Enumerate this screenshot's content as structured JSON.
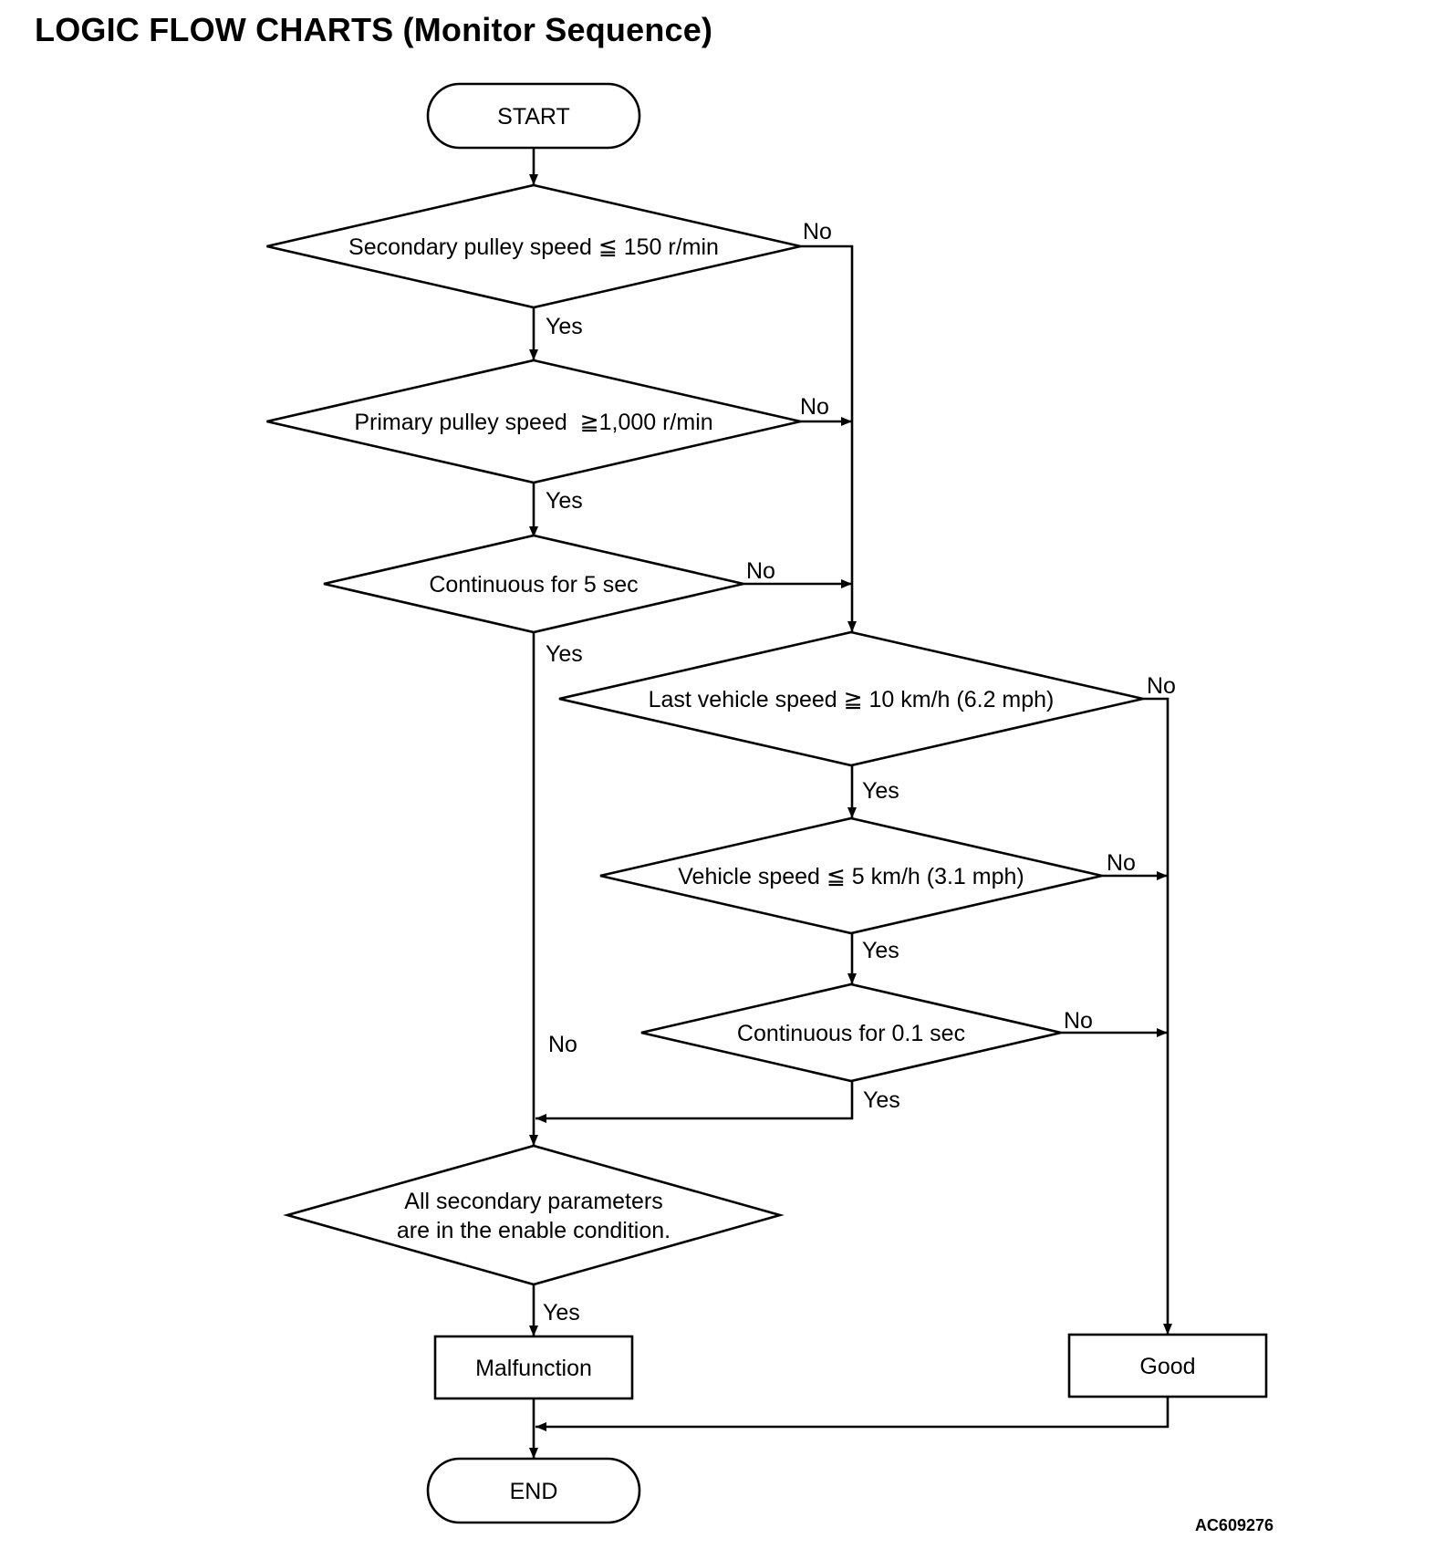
{
  "title": "LOGIC FLOW CHARTS (Monitor Sequence)",
  "figure_code": "AC609276",
  "nodes": {
    "start": {
      "shape": "terminal",
      "lines": [
        "START"
      ]
    },
    "secondary_speed": {
      "shape": "decision",
      "lines": [
        "Secondary pulley speed ≦ 150 r/min"
      ]
    },
    "primary_speed": {
      "shape": "decision",
      "lines": [
        "Primary pulley speed  ≧1,000 r/min"
      ]
    },
    "continuous_5": {
      "shape": "decision",
      "lines": [
        "Continuous for 5 sec"
      ]
    },
    "last_vehicle_speed": {
      "shape": "decision",
      "lines": [
        "Last vehicle speed ≧ 10 km/h (6.2 mph)"
      ]
    },
    "vehicle_speed": {
      "shape": "decision",
      "lines": [
        "Vehicle speed ≦ 5 km/h (3.1 mph)"
      ]
    },
    "continuous_01": {
      "shape": "decision",
      "lines": [
        "Continuous for 0.1 sec"
      ]
    },
    "secondary_params": {
      "shape": "decision",
      "lines": [
        "All secondary parameters",
        "are in the enable condition."
      ]
    },
    "malfunction": {
      "shape": "process",
      "lines": [
        "Malfunction"
      ]
    },
    "good": {
      "shape": "process",
      "lines": [
        "Good"
      ]
    },
    "end": {
      "shape": "terminal",
      "lines": [
        "END"
      ]
    }
  },
  "edges": [
    {
      "id": "start-to-secondary",
      "from": "start",
      "to": "secondary_speed",
      "label": ""
    },
    {
      "id": "secondary-yes",
      "from": "secondary_speed",
      "to": "primary_speed",
      "label": "Yes"
    },
    {
      "id": "secondary-no",
      "from": "secondary_speed",
      "to": "last_vehicle_speed",
      "label": "No"
    },
    {
      "id": "primary-yes",
      "from": "primary_speed",
      "to": "continuous_5",
      "label": "Yes"
    },
    {
      "id": "primary-no",
      "from": "primary_speed",
      "to": "last_vehicle_speed",
      "label": "No"
    },
    {
      "id": "continuous5-no",
      "from": "continuous_5",
      "to": "last_vehicle_speed",
      "label": "No"
    },
    {
      "id": "continuous5-yes",
      "from": "continuous_5",
      "to": "secondary_params",
      "label": "Yes"
    },
    {
      "id": "continuous5-no-lower",
      "from": "continuous_5",
      "to": "secondary_params",
      "label": "No"
    },
    {
      "id": "last-speed-yes",
      "from": "last_vehicle_speed",
      "to": "vehicle_speed",
      "label": "Yes"
    },
    {
      "id": "last-speed-no",
      "from": "last_vehicle_speed",
      "to": "good",
      "label": "No"
    },
    {
      "id": "vehicle-speed-yes",
      "from": "vehicle_speed",
      "to": "continuous_01",
      "label": "Yes"
    },
    {
      "id": "vehicle-speed-no",
      "from": "vehicle_speed",
      "to": "good",
      "label": "No"
    },
    {
      "id": "continuous01-no",
      "from": "continuous_01",
      "to": "good",
      "label": "No"
    },
    {
      "id": "continuous01-yes",
      "from": "continuous_01",
      "to": "secondary_params",
      "label": "Yes"
    },
    {
      "id": "params-yes",
      "from": "secondary_params",
      "to": "malfunction",
      "label": "Yes"
    },
    {
      "id": "malfunction-to-end",
      "from": "malfunction",
      "to": "end",
      "label": ""
    },
    {
      "id": "good-to-end",
      "from": "good",
      "to": "end",
      "label": ""
    }
  ]
}
